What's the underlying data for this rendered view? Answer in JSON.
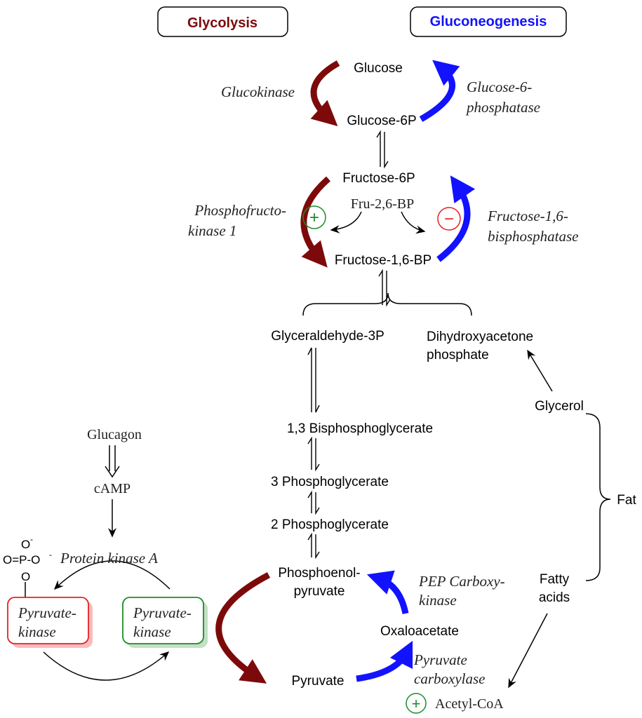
{
  "headers": {
    "glycolysis": "Glycolysis",
    "gluconeogenesis": "Gluconeogenesis"
  },
  "metabolites": {
    "glucose": "Glucose",
    "g6p": "Glucose-6P",
    "f6p": "Fructose-6P",
    "f16bp": "Fructose-1,6-BP",
    "gap": "Glyceraldehyde-3P",
    "dhap1": "Dihydroxyacetone",
    "dhap2": "phosphate",
    "bpg13": "1,3 Bisphosphoglycerate",
    "pg3": "3 Phosphoglycerate",
    "pg2": "2 Phosphoglycerate",
    "pep1": "Phosphoenol-",
    "pep2": "pyruvate",
    "oaa": "Oxaloacetate",
    "pyruvate": "Pyruvate",
    "glycerol": "Glycerol",
    "fatty1": "Fatty",
    "fatty2": "acids",
    "fat": "Fat",
    "acetylcoa": "Acetyl-CoA"
  },
  "enzymes": {
    "glucokinase": "Glucokinase",
    "g6pase1": "Glucose-6-",
    "g6pase2": "phosphatase",
    "pfk1": "Phosphofructo-",
    "pfk2": "kinase 1",
    "fbpase1": "Fructose-1,6-",
    "fbpase2": "bisphosphatase",
    "pepck1": "PEP Carboxy-",
    "pepck2": "kinase",
    "pc1": "Pyruvate",
    "pc2": "carboxylase",
    "pka": "Protein kinase A",
    "pk1": "Pyruvate-",
    "pk2": "kinase"
  },
  "regulators": {
    "fru26bp": "Fru-2,6-BP",
    "glucagon": "Glucagon",
    "camp": "cAMP",
    "plus": "+",
    "minus": "−"
  },
  "phosphate": {
    "o_top": "O",
    "o_left": "O=P-O",
    "o_bottom": "O",
    "minus": "-"
  },
  "colors": {
    "glycolysis": "#7d0a0a",
    "gluconeogenesis": "#1212ff",
    "activate": "#1c8c2a",
    "inhibit": "#e52222"
  }
}
